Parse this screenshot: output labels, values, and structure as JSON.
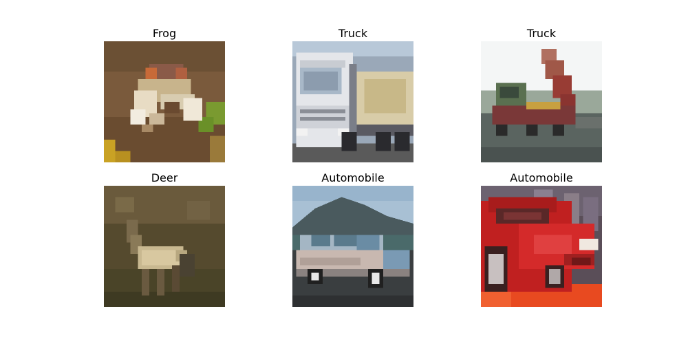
{
  "grid": {
    "images": [
      {
        "label": "Frog",
        "subject": "frog"
      },
      {
        "label": "Truck",
        "subject": "white-truck"
      },
      {
        "label": "Truck",
        "subject": "dump-truck"
      },
      {
        "label": "Deer",
        "subject": "deer"
      },
      {
        "label": "Automobile",
        "subject": "silver-car"
      },
      {
        "label": "Automobile",
        "subject": "red-car"
      }
    ]
  }
}
